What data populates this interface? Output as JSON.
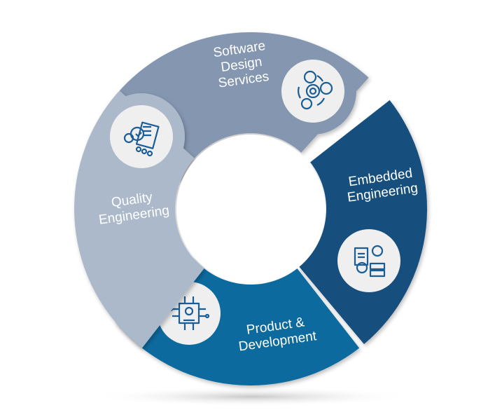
{
  "colors": {
    "software": "#8496B0",
    "embedded": "#17507E",
    "product": "#0B6A9E",
    "quality": "#ACB9CA",
    "icon_bg": "#EFEFEF",
    "icon": "#1B5E96"
  },
  "segments": [
    {
      "id": "software",
      "label": "Software\nDesign\nServices",
      "icon": "gear-cycle-icon"
    },
    {
      "id": "embedded",
      "label": "Embedded\nEngineering",
      "icon": "document-gear-icon"
    },
    {
      "id": "product",
      "label": "Product &\nDevelopment",
      "icon": "circuit-chip-icon"
    },
    {
      "id": "quality",
      "label": "Quality\nEngineering",
      "icon": "certificate-award-icon"
    }
  ]
}
